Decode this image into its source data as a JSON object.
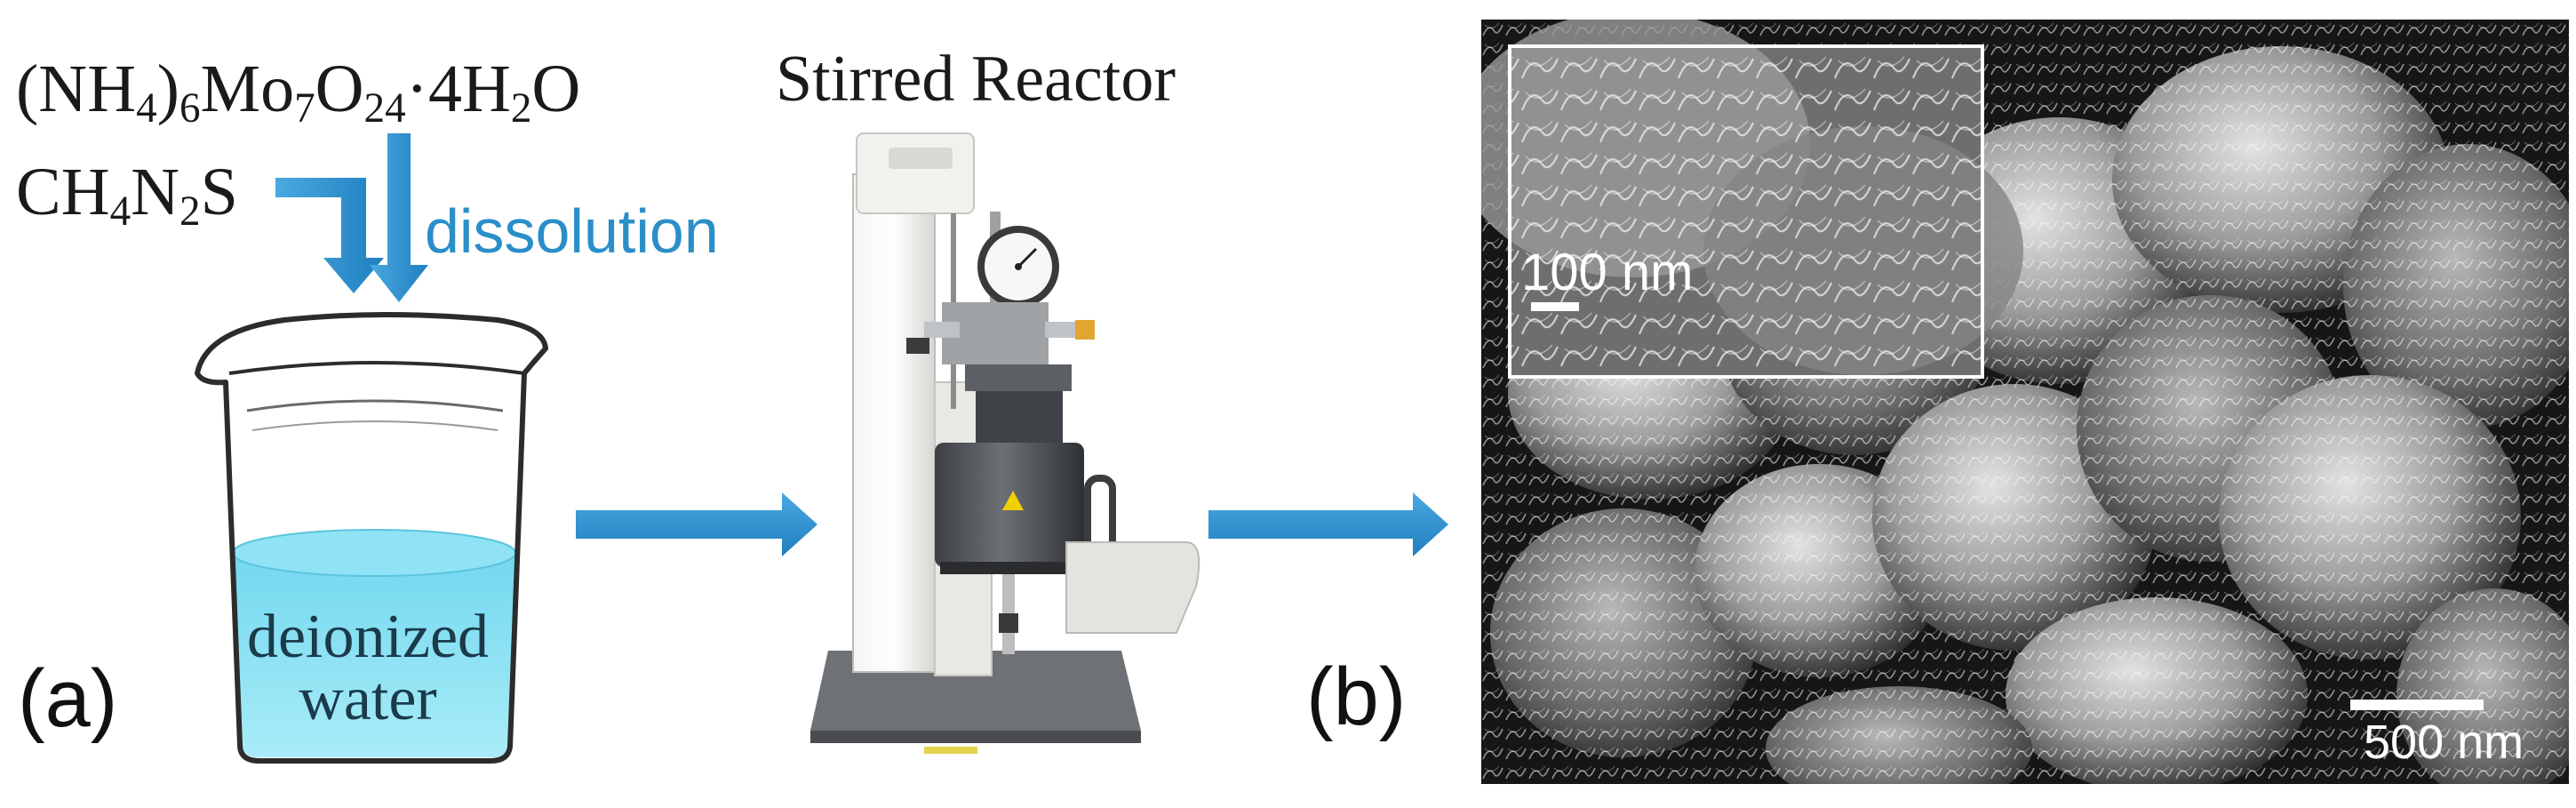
{
  "reagents": {
    "line1_parts": [
      "(NH",
      "4",
      ")",
      "6",
      "Mo",
      "7",
      "O",
      "24",
      "·4H",
      "2",
      "O"
    ],
    "line2_parts": [
      "CH",
      "4",
      "N",
      "2",
      "S"
    ],
    "dissolution": "dissolution"
  },
  "beaker": {
    "label_line1": "deionized",
    "label_line2": "water"
  },
  "reactor": {
    "title": "Stirred Reactor"
  },
  "panels": {
    "a": "(a)",
    "b": "(b)"
  },
  "sem": {
    "scale_main": "500 nm",
    "scale_inset": "100 nm"
  },
  "colors": {
    "arrow_blue": "#2b8fd0",
    "water_blue": "#8fe3f5",
    "dissolution_text": "#2a8fc8"
  },
  "icons": [
    "beaker-icon",
    "stirred-reactor-icon",
    "arrow-right-icon",
    "arrow-down-icon"
  ]
}
